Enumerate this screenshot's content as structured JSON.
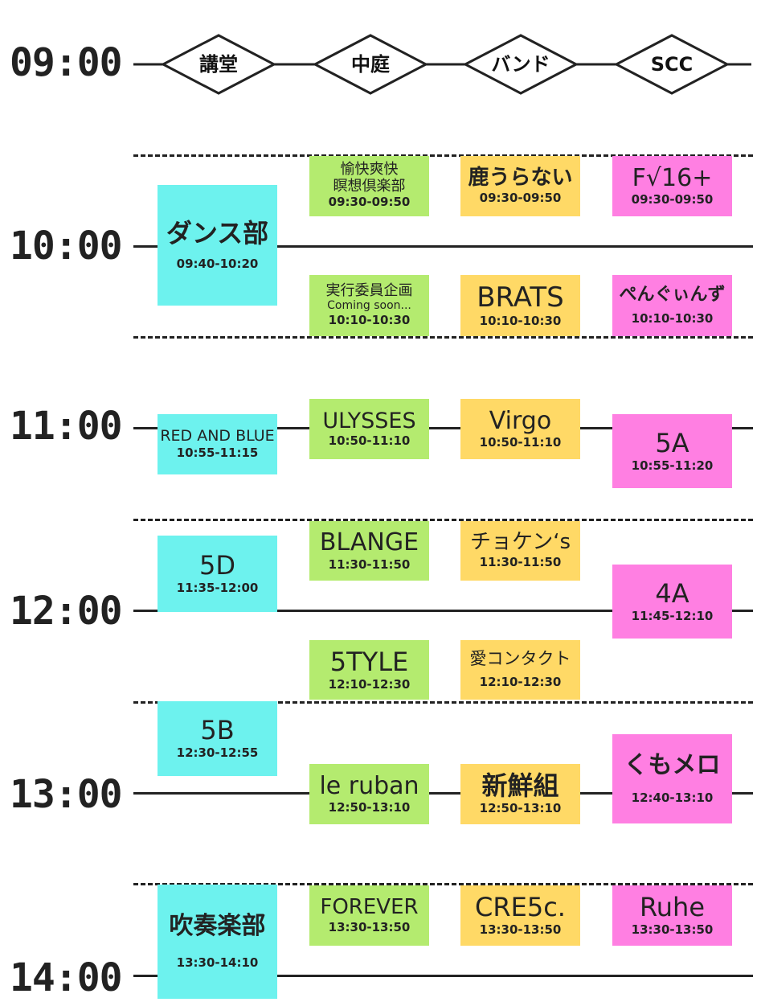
{
  "colors": {
    "auditorium": "#6df2ee",
    "courtyard": "#b4eb6f",
    "band": "#ffd966",
    "scc": "#ff7fe2",
    "line": "#222222"
  },
  "header": {
    "start_time": "09:00",
    "venues": [
      "講堂",
      "中庭",
      "バンド",
      "SCC"
    ]
  },
  "hours": [
    "10:00",
    "11:00",
    "12:00",
    "13:00",
    "14:00"
  ],
  "events": {
    "auditorium": [
      {
        "name": "ダンス部",
        "time": "09:40-10:20"
      },
      {
        "name": "RED AND BLUE",
        "time": "10:55-11:15"
      },
      {
        "name": "5D",
        "time": "11:35-12:00"
      },
      {
        "name": "5B",
        "time": "12:30-12:55"
      },
      {
        "name": "吹奏楽部",
        "time": "13:30-14:10"
      }
    ],
    "courtyard": [
      {
        "name": "愉快爽快",
        "name2": "瞑想倶楽部",
        "time": "09:30-09:50"
      },
      {
        "name": "実行委員企画",
        "sub": "Coming soon...",
        "time": "10:10-10:30"
      },
      {
        "name": "ULYSSES",
        "time": "10:50-11:10"
      },
      {
        "name": "BLANGE",
        "time": "11:30-11:50"
      },
      {
        "name": "5TYLE",
        "time": "12:10-12:30"
      },
      {
        "name": "le ruban",
        "time": "12:50-13:10"
      },
      {
        "name": "FOREVER",
        "time": "13:30-13:50"
      }
    ],
    "band": [
      {
        "name": "鹿うらない",
        "time": "09:30-09:50"
      },
      {
        "name": "BRATS",
        "time": "10:10-10:30"
      },
      {
        "name": "Virgo",
        "time": "10:50-11:10"
      },
      {
        "name": "チョケン‘s",
        "time": "11:30-11:50"
      },
      {
        "name": "愛コンタクト",
        "time": "12:10-12:30"
      },
      {
        "name": "新鮮組",
        "time": "12:50-13:10"
      },
      {
        "name": "CRE5c.",
        "time": "13:30-13:50"
      }
    ],
    "scc": [
      {
        "name": "F√16+",
        "time": "09:30-09:50"
      },
      {
        "name": "ぺんぐぃんず",
        "time": "10:10-10:30"
      },
      {
        "name": "5A",
        "time": "10:55-11:20"
      },
      {
        "name": "4A",
        "time": "11:45-12:10"
      },
      {
        "name": "くもメロ",
        "time": "12:40-13:10"
      },
      {
        "name": "Ruhe",
        "time": "13:30-13:50"
      }
    ]
  }
}
